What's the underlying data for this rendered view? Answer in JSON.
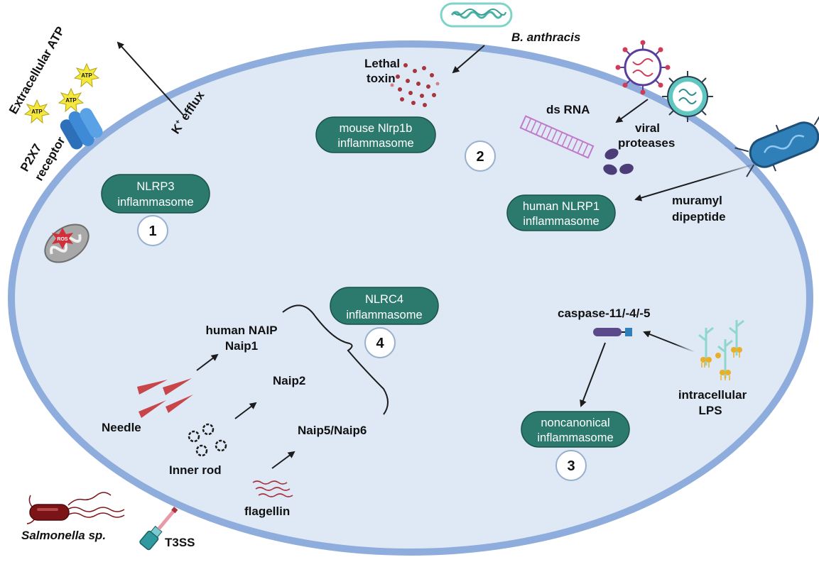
{
  "colors": {
    "cell_fill": "#dfe9f6",
    "membrane": "#8faddc",
    "pill_fill": "#2b7a6d",
    "pill_stroke": "#1a5248",
    "number_ring": "#98b0cc",
    "arrow": "#1c1c1c",
    "needle": "#c8454a",
    "atp": "#f3e83b",
    "ros": "#d32f3a",
    "mito": "#9a9a9a",
    "dsrna": "#c07ac8",
    "protease": "#4b3d78",
    "lethal_toxin": "#a8343c",
    "lps_chain": "#8fd7cc",
    "lps_head": "#e8b028",
    "caspase": "#5a4a8c",
    "caspase_cap": "#2f7fb8",
    "salmonella": "#7a1417",
    "t3ss": "#2f9aa0"
  },
  "inflammasomes": {
    "nlrp3": {
      "line1": "NLRP3",
      "line2": "inflammasome",
      "number": "1",
      "icon": "pill"
    },
    "mouse_nlrp1b": {
      "line1": "mouse Nlrp1b",
      "line2": "inflammasome",
      "number": "2",
      "icon": "pill"
    },
    "human_nlrp1": {
      "line1": "human NLRP1",
      "line2": "inflammasome",
      "icon": "pill"
    },
    "noncanonical": {
      "line1": "noncanonical",
      "line2": "inflammasome",
      "number": "3",
      "icon": "pill"
    },
    "nlrc4": {
      "line1": "NLRC4",
      "line2": "inflammasome",
      "number": "4",
      "icon": "pill"
    }
  },
  "labels": {
    "extracellular_atp": "Extracellular ATP",
    "atp": "ATP",
    "p2x7_line1": "P2X7",
    "p2x7_line2": "receptor",
    "k_efflux_k": "K",
    "k_efflux_sup": "+",
    "k_efflux_rest": " efflux",
    "ros": "ROS",
    "b_anthracis": "B. anthracis",
    "lethal_line1": "Lethal",
    "lethal_line2": "toxin",
    "ds_rna": "ds RNA",
    "viral_line1": "viral",
    "viral_line2": "proteases",
    "muramyl_line1": "muramyl",
    "muramyl_line2": "dipeptide",
    "caspase": "caspase-11/-4/-5",
    "intracellular_line1": "intracellular",
    "intracellular_line2": "LPS",
    "human_naip_line1": "human NAIP",
    "human_naip_line2": "Naip1",
    "naip2": "Naip2",
    "naip5": "Naip5/Naip6",
    "needle": "Needle",
    "inner_rod": "Inner rod",
    "flagellin": "flagellin",
    "salmonella": "Salmonella sp.",
    "t3ss": "T3SS"
  }
}
